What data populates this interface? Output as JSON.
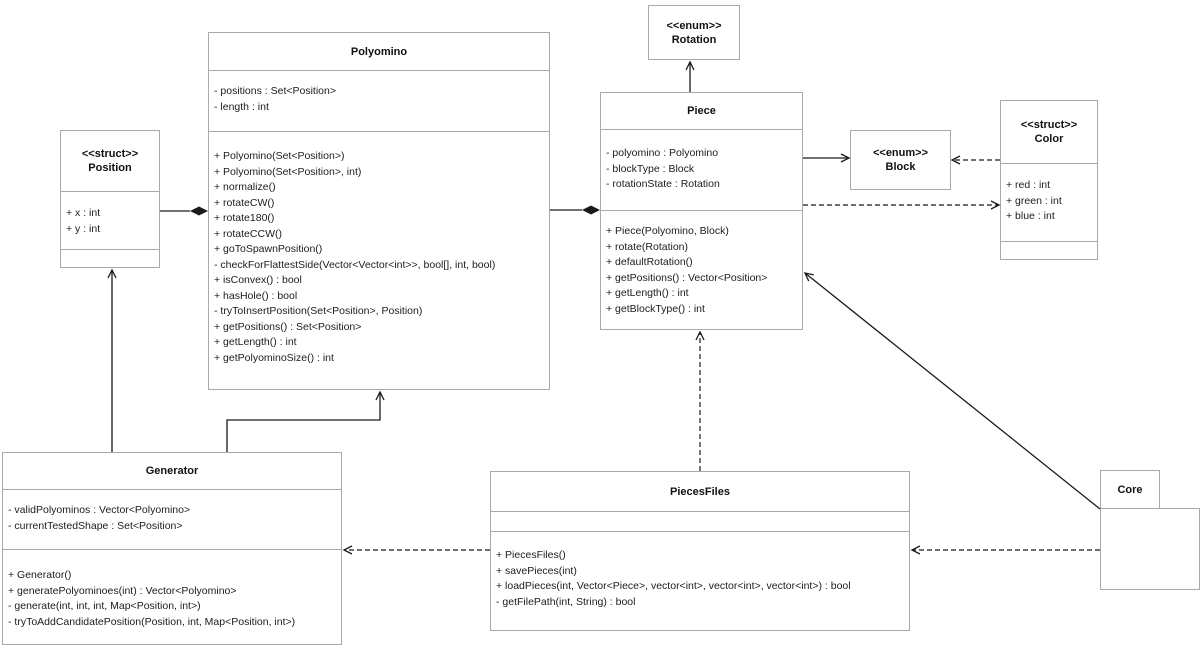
{
  "colors": {
    "border": "#a9a9a9",
    "line": "#1a1a1a",
    "text": "#1c1c1c",
    "background": "#ffffff"
  },
  "classes": {
    "polyomino": {
      "name": "Polyomino",
      "attributes": [
        "- positions : Set<Position>",
        "- length : int"
      ],
      "methods": [
        "+ Polyomino(Set<Position>)",
        "+ Polyomino(Set<Position>, int)",
        "+ normalize()",
        "+ rotateCW()",
        "+ rotate180()",
        "+ rotateCCW()",
        "+ goToSpawnPosition()",
        "- checkForFlattestSide(Vector<Vector<int>>, bool[], int, bool)",
        "+ isConvex() : bool",
        "+ hasHole() : bool",
        "- tryToInsertPosition(Set<Position>, Position)",
        "+ getPositions() : Set<Position>",
        "+ getLength() : int",
        "+ getPolyominoSize() : int"
      ]
    },
    "position": {
      "stereotype": "<<struct>>",
      "name": "Position",
      "attributes": [
        "+ x : int",
        "+ y : int"
      ]
    },
    "rotation": {
      "stereotype": "<<enum>>",
      "name": "Rotation"
    },
    "piece": {
      "name": "Piece",
      "attributes": [
        "- polyomino : Polyomino",
        "- blockType : Block",
        "- rotationState : Rotation"
      ],
      "methods": [
        "+ Piece(Polyomino, Block)",
        "+ rotate(Rotation)",
        "+ defaultRotation()",
        "+ getPositions() : Vector<Position>",
        "+ getLength() : int",
        "+ getBlockType() : int"
      ]
    },
    "block": {
      "stereotype": "<<enum>>",
      "name": "Block"
    },
    "color": {
      "stereotype": "<<struct>>",
      "name": "Color",
      "attributes": [
        "+ red : int",
        "+ green : int",
        "+ blue : int"
      ]
    },
    "generator": {
      "name": "Generator",
      "attributes": [
        "- validPolyominos : Vector<Polyomino>",
        "- currentTestedShape : Set<Position>"
      ],
      "methods": [
        "+ Generator()",
        "+ generatePolyominoes(int) : Vector<Polyomino>",
        "- generate(int, int, int, Map<Position, int>)",
        "- tryToAddCandidatePosition(Position, int, Map<Position, int>)"
      ]
    },
    "pieces_files": {
      "name": "PiecesFiles",
      "methods": [
        "+ PiecesFiles()",
        "+ savePieces(int)",
        "+ loadPieces(int, Vector<Piece>, vector<int>, vector<int>, vector<int>) : bool",
        "- getFilePath(int, String) : bool"
      ]
    },
    "core": {
      "name": "Core"
    }
  },
  "relationships": [
    {
      "from": "Polyomino",
      "to": "Position",
      "type": "composition"
    },
    {
      "from": "Piece",
      "to": "Polyomino",
      "type": "composition"
    },
    {
      "from": "Piece",
      "to": "Rotation",
      "type": "directed-association"
    },
    {
      "from": "Piece",
      "to": "Block",
      "type": "directed-association"
    },
    {
      "from": "Color",
      "to": "Block",
      "type": "dependency"
    },
    {
      "from": "Piece",
      "to": "Color",
      "type": "dependency"
    },
    {
      "from": "Generator",
      "to": "Position",
      "type": "directed-association"
    },
    {
      "from": "Generator",
      "to": "Polyomino",
      "type": "directed-association"
    },
    {
      "from": "PiecesFiles",
      "to": "Piece",
      "type": "dependency"
    },
    {
      "from": "PiecesFiles",
      "to": "Generator",
      "type": "dependency"
    },
    {
      "from": "Core",
      "to": "Piece",
      "type": "directed-association"
    },
    {
      "from": "Core",
      "to": "PiecesFiles",
      "type": "dependency"
    }
  ]
}
